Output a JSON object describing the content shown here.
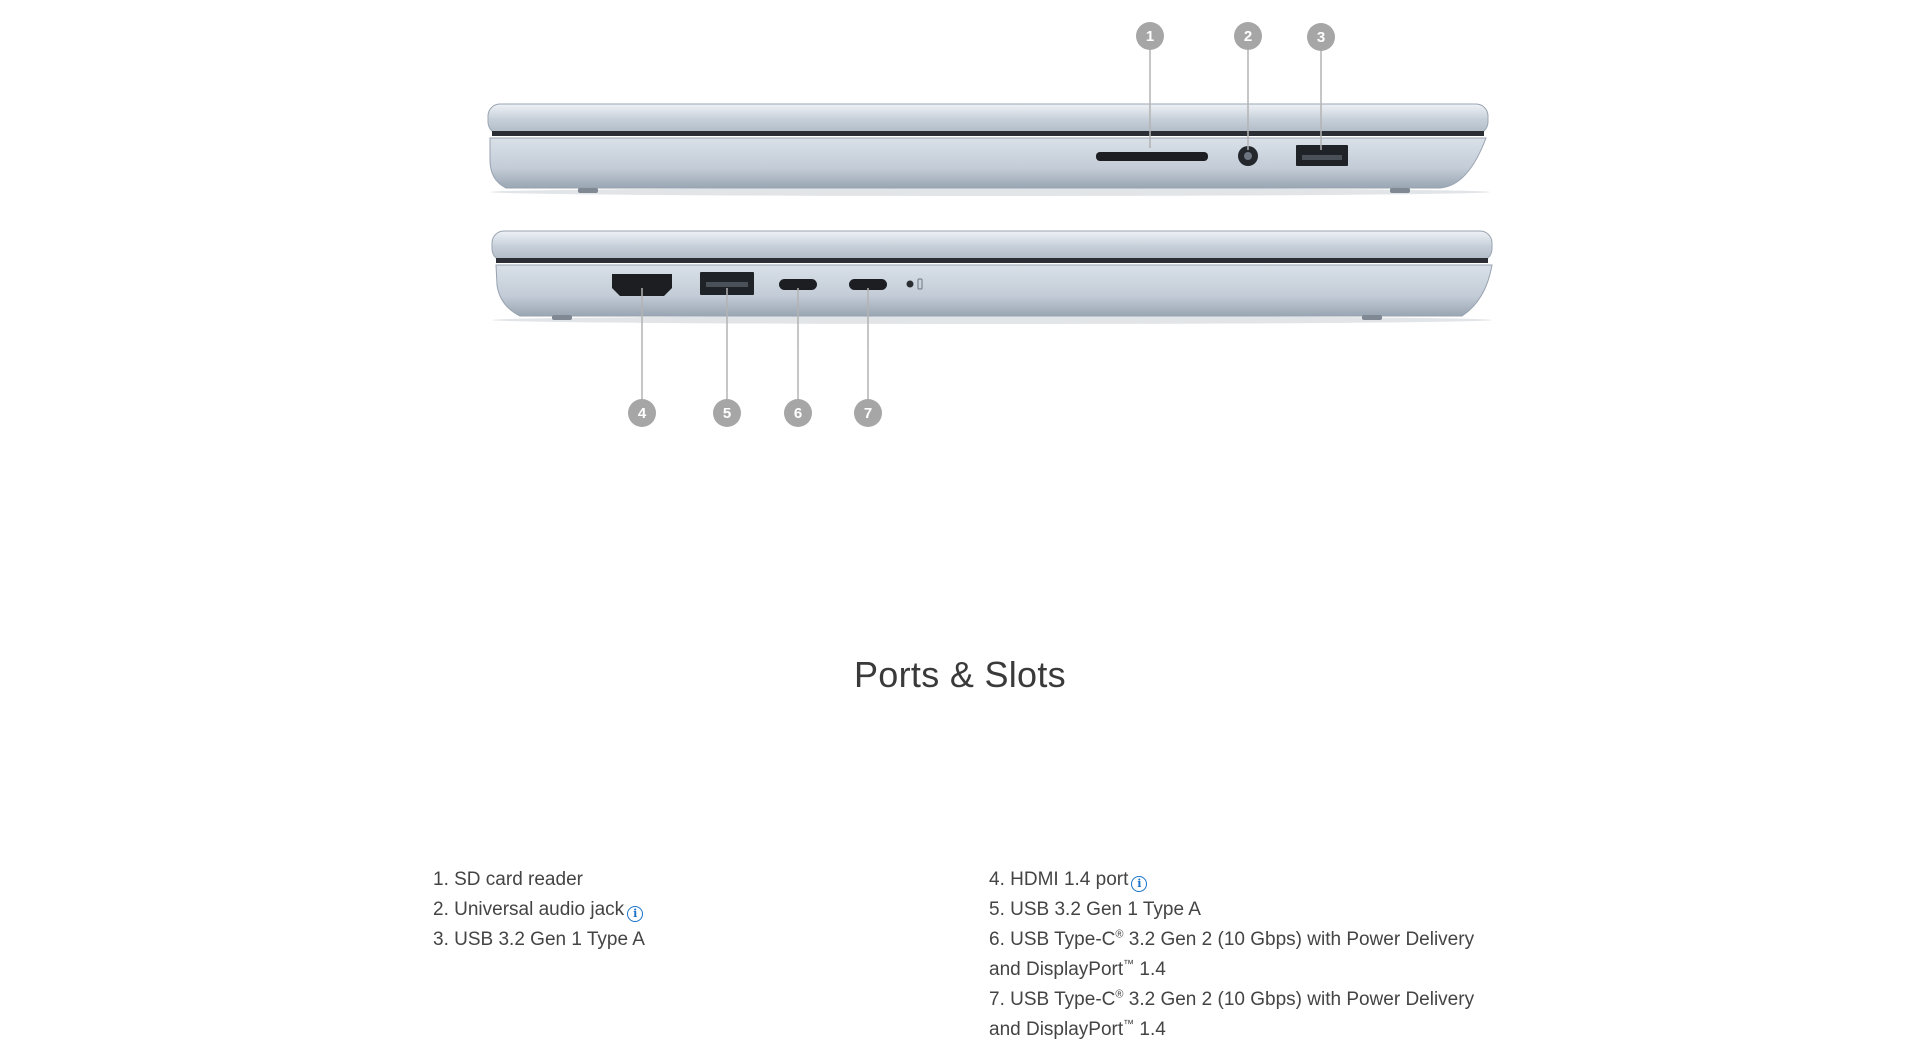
{
  "section": {
    "title": "Ports & Slots"
  },
  "callouts": [
    "1",
    "2",
    "3",
    "4",
    "5",
    "6",
    "7"
  ],
  "ports_left": [
    {
      "text": "1. SD card reader",
      "info": false
    },
    {
      "text": "2. Universal audio jack",
      "info": true,
      "info_icon": "info-icon"
    },
    {
      "text": "3. USB 3.2 Gen 1 Type A",
      "info": false
    }
  ],
  "ports_right": [
    {
      "text": "4. HDMI 1.4 port",
      "info": true,
      "info_icon": "info-icon"
    },
    {
      "text": "5. USB 3.2 Gen 1 Type A",
      "info": false
    },
    {
      "pre": "6. USB Type-C",
      "reg": "®",
      "mid": " 3.2 Gen 2 (10 Gbps) with Power Delivery and DisplayPort",
      "tm": "™",
      "post": " 1.4"
    },
    {
      "pre": "7. USB Type-C",
      "reg": "®",
      "mid": " 3.2 Gen 2 (10 Gbps) with Power Delivery and DisplayPort",
      "tm": "™",
      "post": " 1.4"
    }
  ],
  "colors": {
    "accent": "#1a73c9",
    "callout_bg": "#a6a6a6",
    "laptop_body": "#c9d3de"
  }
}
